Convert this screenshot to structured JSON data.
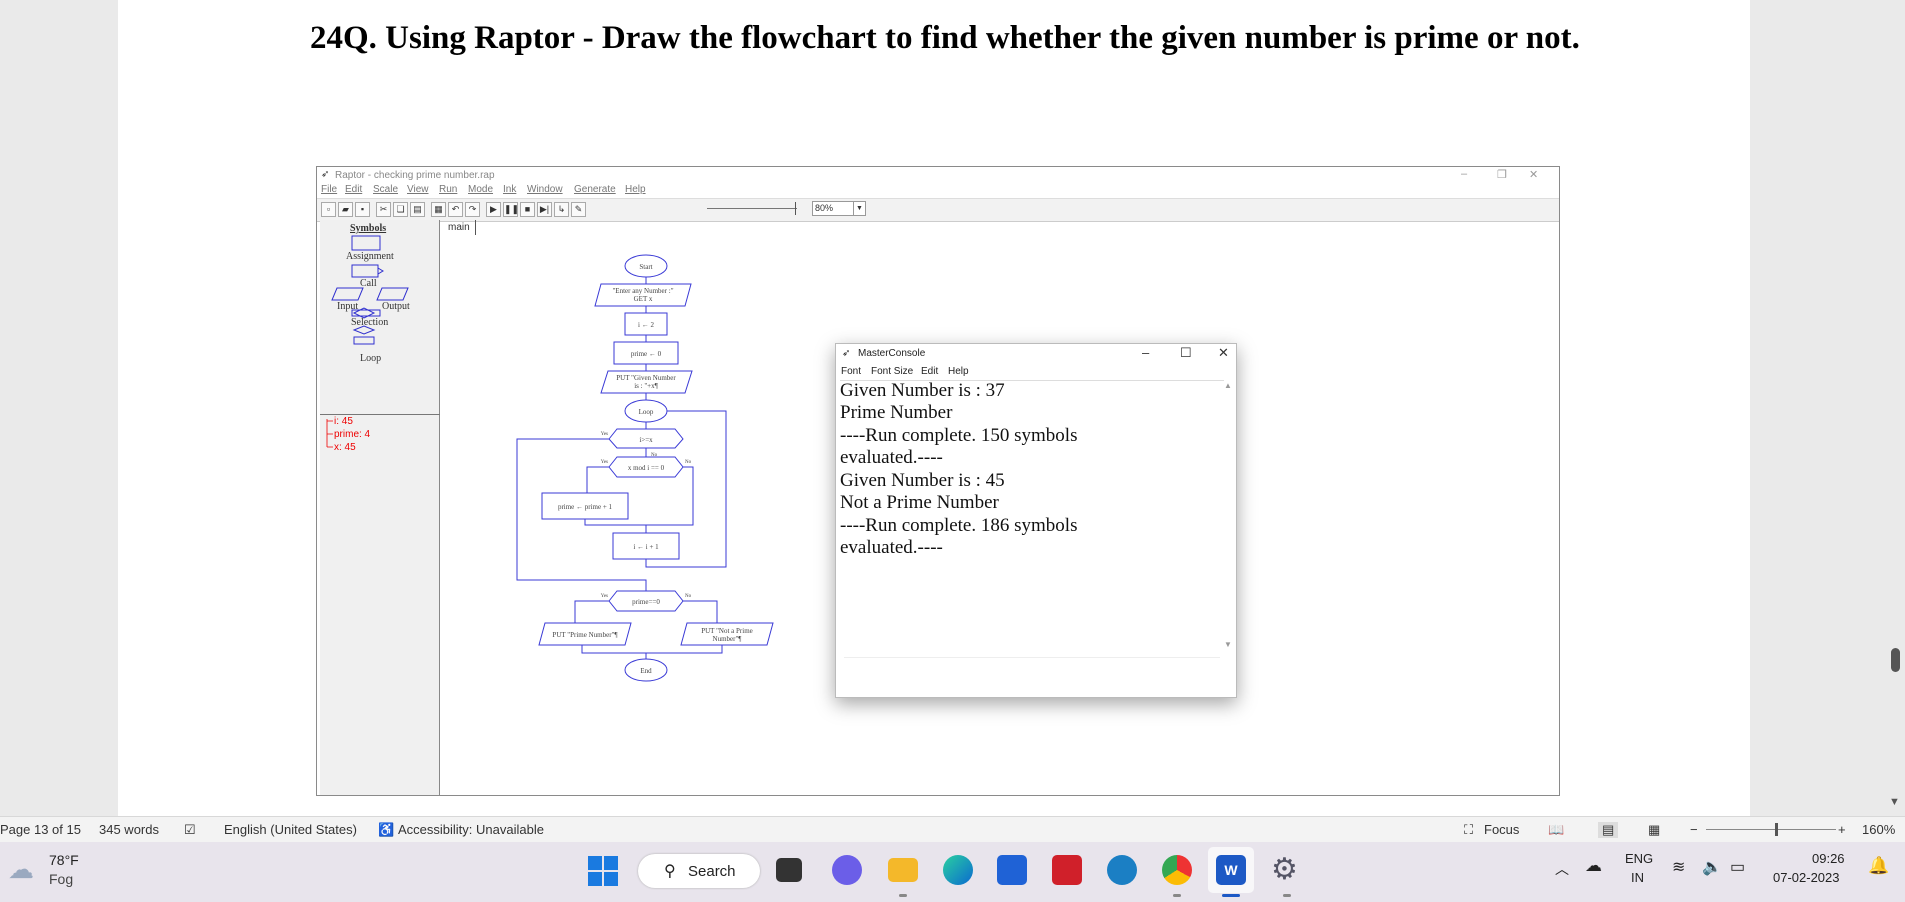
{
  "document": {
    "heading": "24Q. Using Raptor - Draw the flowchart to find whether the given number is prime or not."
  },
  "raptor": {
    "title": "Raptor - checking prime number.rap",
    "menu": [
      "File",
      "Edit",
      "Scale",
      "View",
      "Run",
      "Mode",
      "Ink",
      "Window",
      "Generate",
      "Help"
    ],
    "zoom": "80%",
    "symbols_title": "Symbols",
    "symbols": {
      "assignment": "Assignment",
      "call": "Call",
      "input": "Input",
      "output": "Output",
      "selection": "Selection",
      "loop": "Loop"
    },
    "variables": [
      "i: 45",
      "prime: 4",
      "x: 45"
    ],
    "tab": "main",
    "flowchart": {
      "start": "Start",
      "input_prompt": "\"Enter any Number :\"",
      "input_get": "GET x",
      "assign_i": "i ← 2",
      "assign_prime": "prime ← 0",
      "put_given_1": "PUT \"Given Number",
      "put_given_2": "is : \"+x¶",
      "loop": "Loop",
      "cond_loop": "i>=x",
      "cond_mod": "x mod i == 0",
      "yes": "Yes",
      "no": "No",
      "assign_prime_inc": "prime ← prime + 1",
      "assign_i_inc": "i ← i + 1",
      "cond_prime": "prime==0",
      "put_prime": "PUT \"Prime Number\"¶",
      "put_not_prime_1": "PUT \"Not a Prime",
      "put_not_prime_2": "Number\"¶",
      "end": "End"
    }
  },
  "console": {
    "title": "MasterConsole",
    "menu": [
      "Font",
      "Font Size",
      "Edit",
      "Help"
    ],
    "lines": [
      "Given Number is : 37",
      "Prime Number",
      "----Run complete.  150 symbols",
      "evaluated.----",
      "Given Number is : 45",
      "Not a Prime Number",
      "----Run complete.  186 symbols",
      "evaluated.----"
    ]
  },
  "statusbar": {
    "page": "Page 13 of 15",
    "words": "345 words",
    "language": "English (United States)",
    "accessibility": "Accessibility: Unavailable",
    "focus": "Focus",
    "zoom": "160%"
  },
  "taskbar": {
    "temperature": "78°F",
    "weather": "Fog",
    "search": "Search",
    "lang1": "ENG",
    "lang2": "IN",
    "time": "09:26",
    "date": "07-02-2023"
  }
}
